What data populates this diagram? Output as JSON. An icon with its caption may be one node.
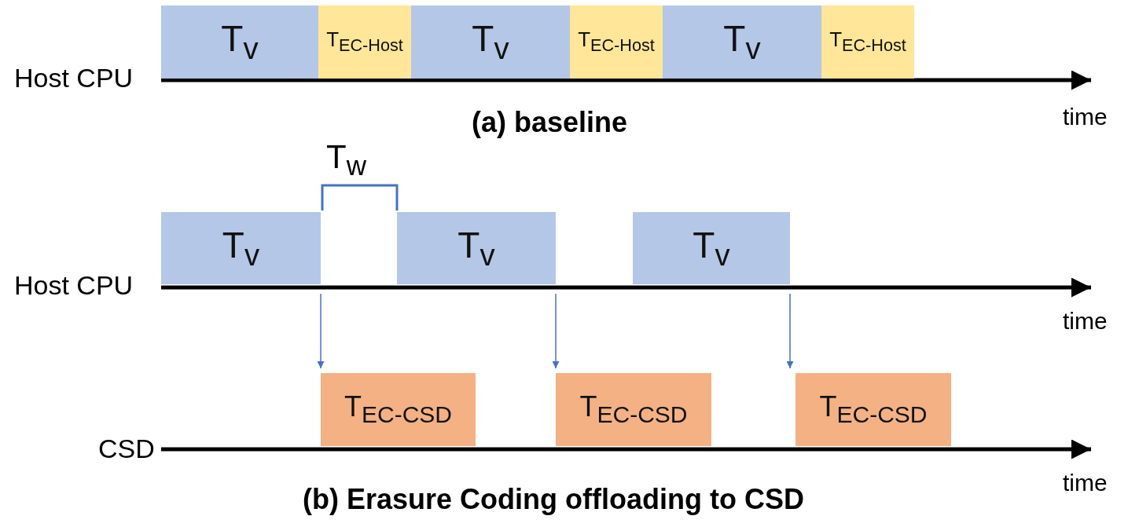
{
  "diagram": {
    "nodes": [
      {
        "text": [
          "T$_{v}$"
        ]
      },
      {
        "text": [
          "T$_{EC-Host}$"
        ]
      },
      {
        "text": [
          "T$_{v}$"
        ]
      },
      {
        "text": [
          "T$_{EC-Host}$"
        ]
      },
      {
        "text": [
          "T$_{v}$"
        ]
      },
      {
        "text": [
          "T$_{EC-Host}$"
        ]
      },
      {
        "text": [
          "T$_{v}$"
        ]
      },
      {
        "text": [
          "T$_{v}$"
        ]
      },
      {
        "text": [
          "T$_{v}$"
        ]
      },
      {
        "text": [
          "T$_{EC-CSD}$"
        ]
      },
      {
        "text": [
          "T$_{EC-CSD}$"
        ]
      },
      {
        "text": [
          "T$_{EC-CSD}$"
        ]
      }
    ],
    "edges": [
      {
        "from": 6,
        "to": 9,
        "arrow": "to"
      },
      {
        "from": 7,
        "to": 10,
        "arrow": "to"
      },
      {
        "from": 8,
        "to": 11,
        "arrow": "to"
      }
    ],
    "labels": [
      "Host CPU",
      "time",
      "(a) baseline",
      "T$_{w}$",
      "Host CPU",
      "time",
      "CSD",
      "time",
      "(b) Erasure Coding offloading to CSD"
    ]
  }
}
